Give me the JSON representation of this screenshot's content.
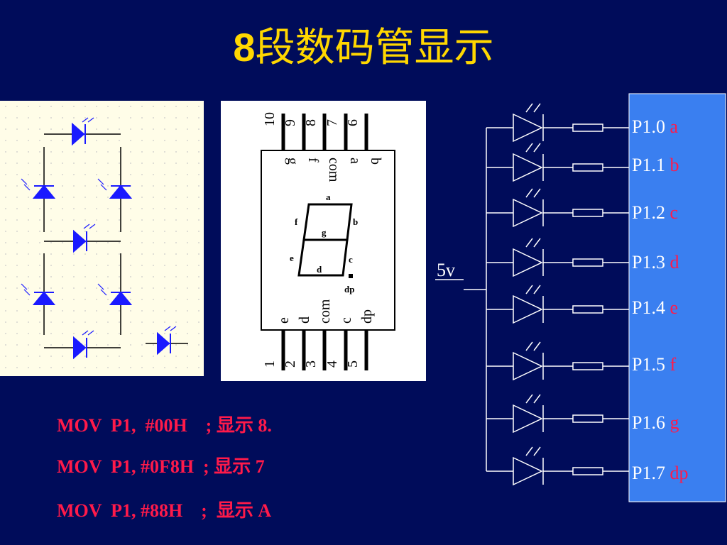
{
  "title": {
    "number": "8",
    "text": "段数码管显示"
  },
  "seg_display": {
    "top_pin_numbers": [
      "10",
      "9",
      "8",
      "7",
      "6"
    ],
    "top_pin_labels": [
      "g",
      "f",
      "com",
      "a",
      "b"
    ],
    "bottom_pin_numbers": [
      "1",
      "2",
      "3",
      "4",
      "5"
    ],
    "bottom_pin_labels": [
      "e",
      "d",
      "com",
      "c",
      "dp"
    ],
    "segment_labels": {
      "a": "a",
      "b": "b",
      "c": "c",
      "d": "d",
      "e": "e",
      "f": "f",
      "g": "g",
      "dp": "dp"
    }
  },
  "circuit": {
    "supply_label": "5v",
    "ports": [
      {
        "port": "P1.0",
        "seg": "a"
      },
      {
        "port": "P1.1",
        "seg": "b"
      },
      {
        "port": "P1.2",
        "seg": "c"
      },
      {
        "port": "P1.3",
        "seg": "d"
      },
      {
        "port": "P1.4",
        "seg": "e"
      },
      {
        "port": "P1.5",
        "seg": "f"
      },
      {
        "port": "P1.6",
        "seg": "g"
      },
      {
        "port": "P1.7",
        "seg": "dp"
      }
    ],
    "colors": {
      "port_box": "#3a7ff0",
      "seg_text": "#ff1a4a",
      "wire": "#ffffff"
    }
  },
  "code_lines": [
    "MOV  P1,  #00H    ; 显示 8.",
    "MOV  P1, #0F8H  ; 显示 7",
    "MOV  P1, #88H    ;  显示 A"
  ],
  "colors": {
    "background": "#000c5a",
    "title": "#ffd700",
    "code": "#ff1a4a",
    "led_blue": "#1a1aff"
  }
}
